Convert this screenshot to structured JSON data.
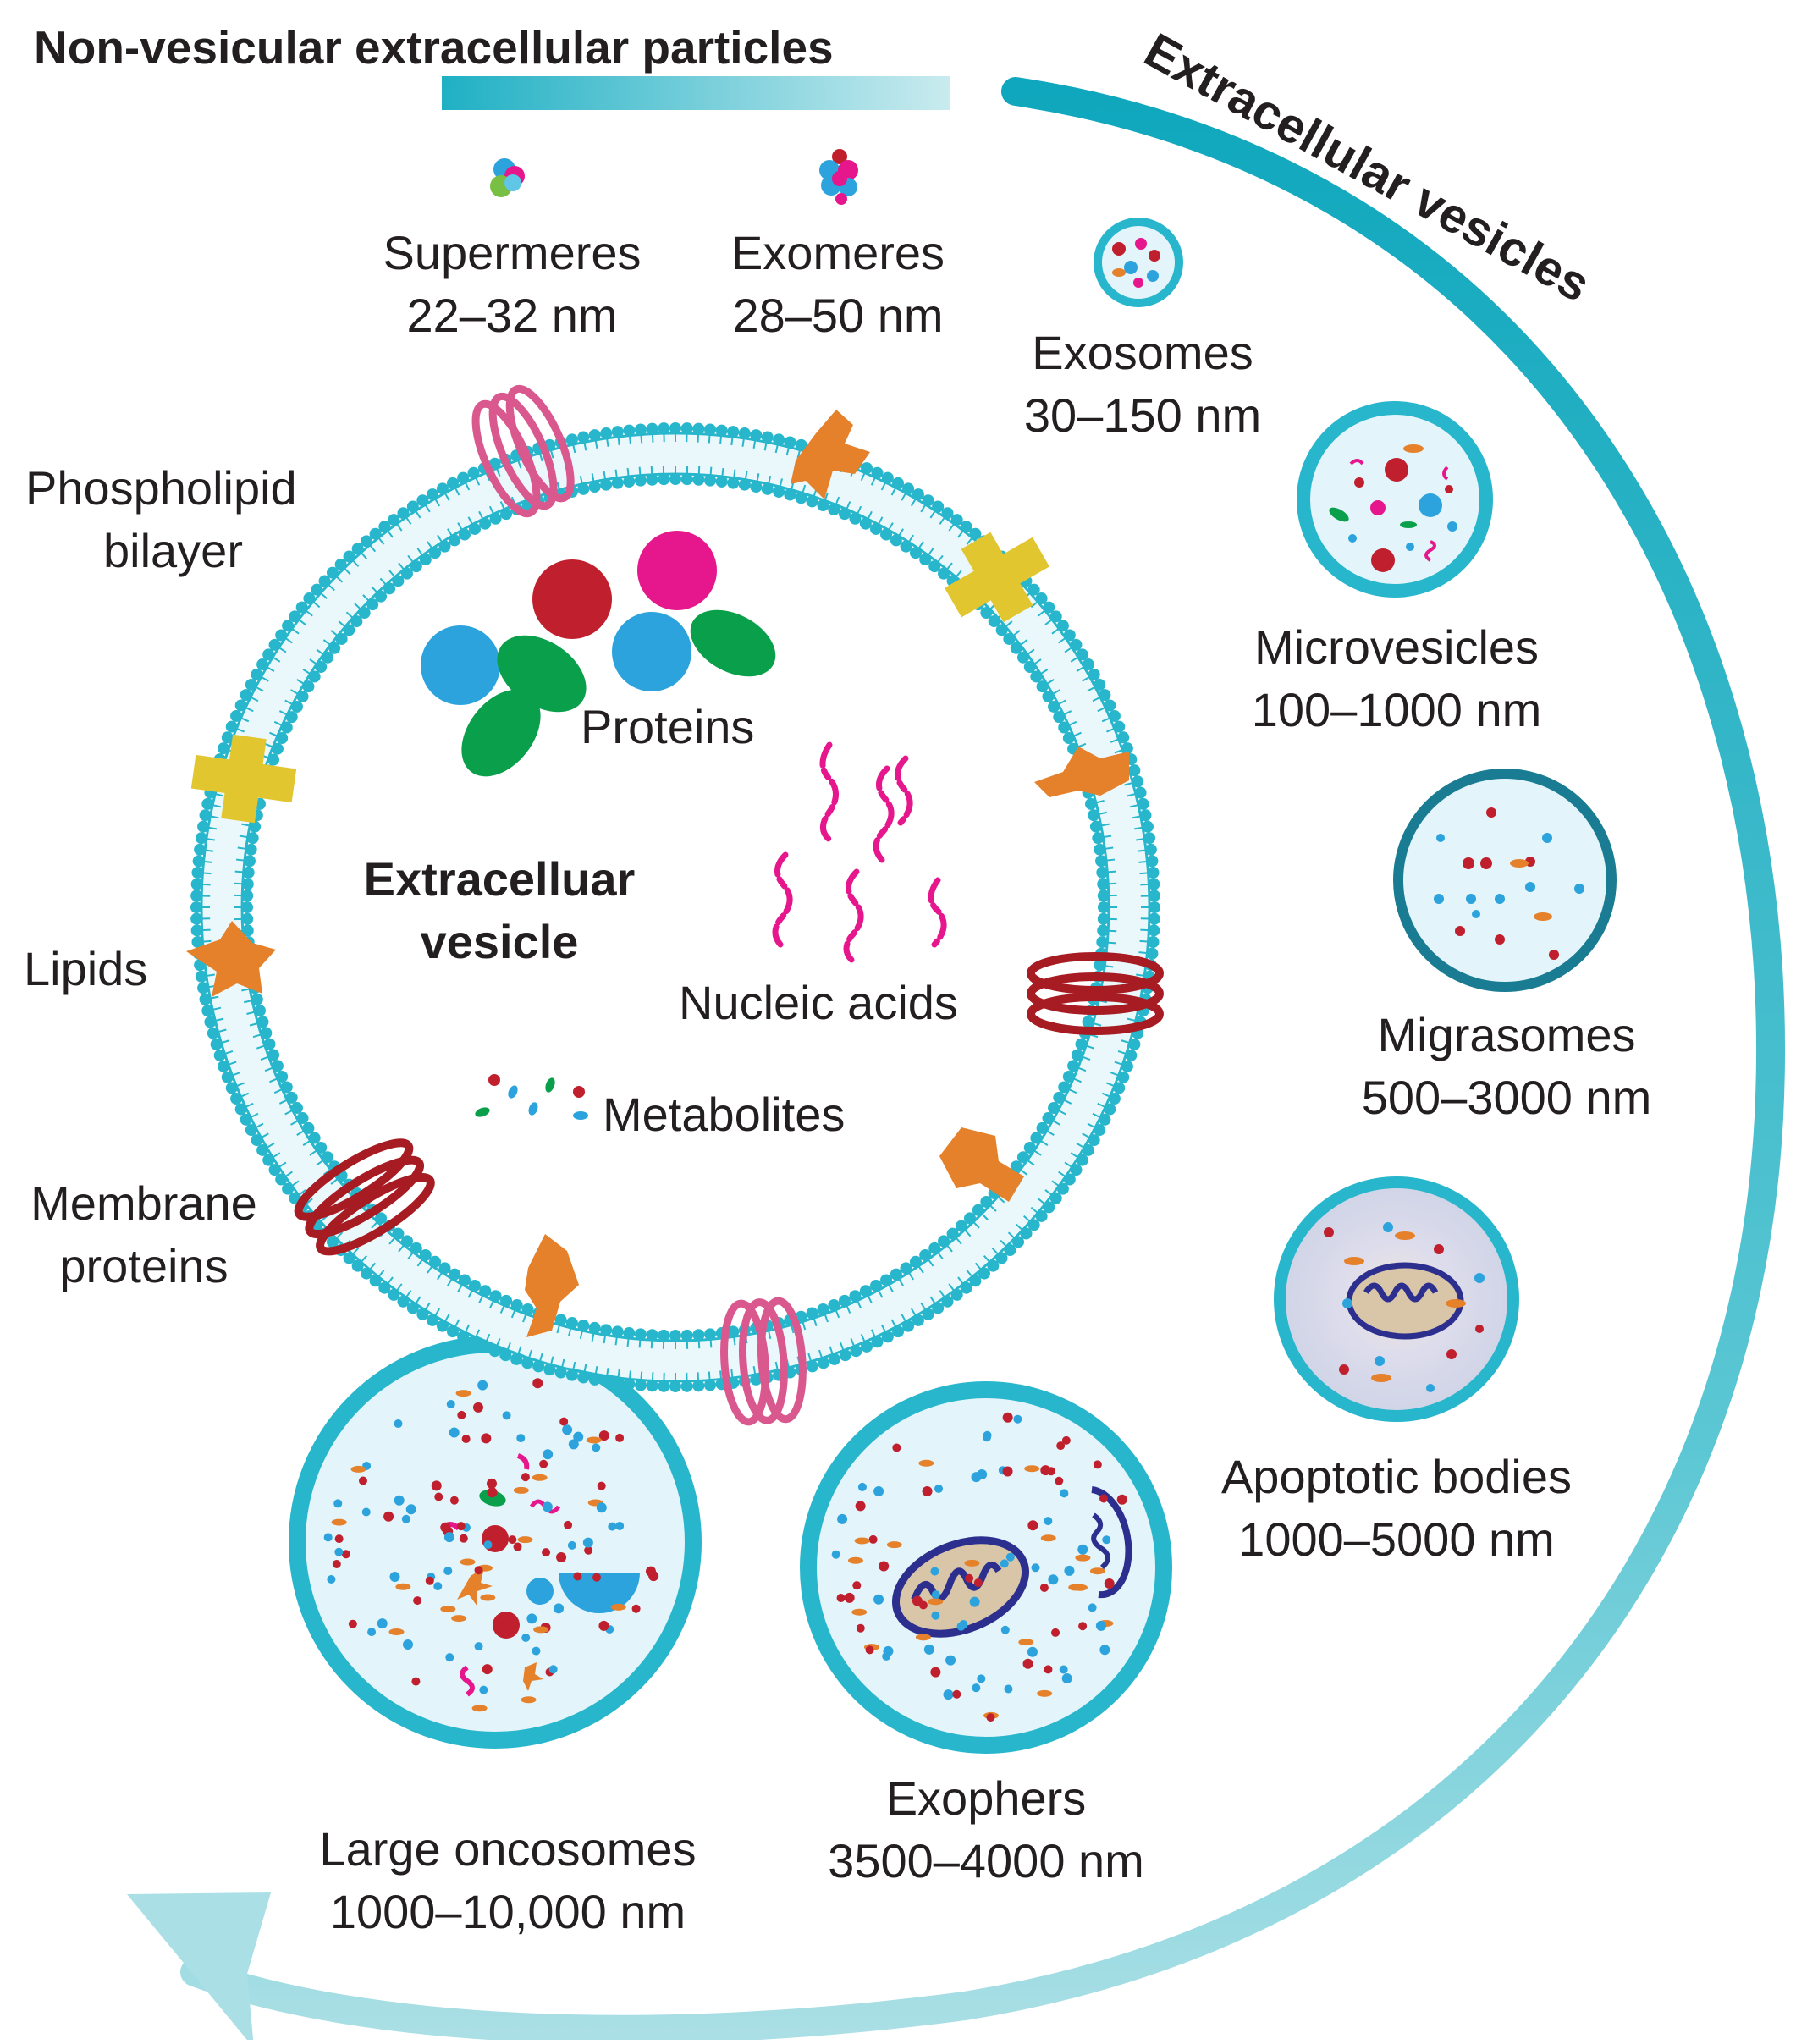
{
  "title": "Non-vesicular extracellular particles",
  "arc_label": "Extracellular vesicles",
  "colors": {
    "cyan": "#27b6cc",
    "dark_teal": "#1a7c92",
    "vesicle_fill": "#e3f4fa",
    "red": "#c0202e",
    "magenta": "#e6168c",
    "blue": "#2ca3dc",
    "green": "#0aa04b",
    "orange": "#e5812b",
    "yellow": "#e2c630",
    "pink_protein": "#d9598f",
    "dark_red_protein": "#a71c22",
    "mitochondria": "#2d2f8e"
  },
  "particles": [
    {
      "name": "Supermeres",
      "size": "22–32 nm"
    },
    {
      "name": "Exomeres",
      "size": "28–50 nm"
    }
  ],
  "vesicles": [
    {
      "name": "Exosomes",
      "size": "30–150 nm"
    },
    {
      "name": "Microvesicles",
      "size": "100–1000 nm"
    },
    {
      "name": "Migrasomes",
      "size": "500–3000 nm"
    },
    {
      "name": "Apoptotic bodies",
      "size": "1000–5000 nm"
    },
    {
      "name": "Exophers",
      "size": "3500–4000 nm"
    },
    {
      "name": "Large oncosomes",
      "size": "1000–10,000 nm"
    }
  ],
  "ev_structure": {
    "center_line1": "Extracelluar",
    "center_line2": "vesicle",
    "phospholipid_line1": "Phospholipid",
    "phospholipid_line2": "bilayer",
    "lipids": "Lipids",
    "membrane_line1": "Membrane",
    "membrane_line2": "proteins",
    "proteins": "Proteins",
    "nucleic_acids": "Nucleic acids",
    "metabolites": "Metabolites"
  }
}
